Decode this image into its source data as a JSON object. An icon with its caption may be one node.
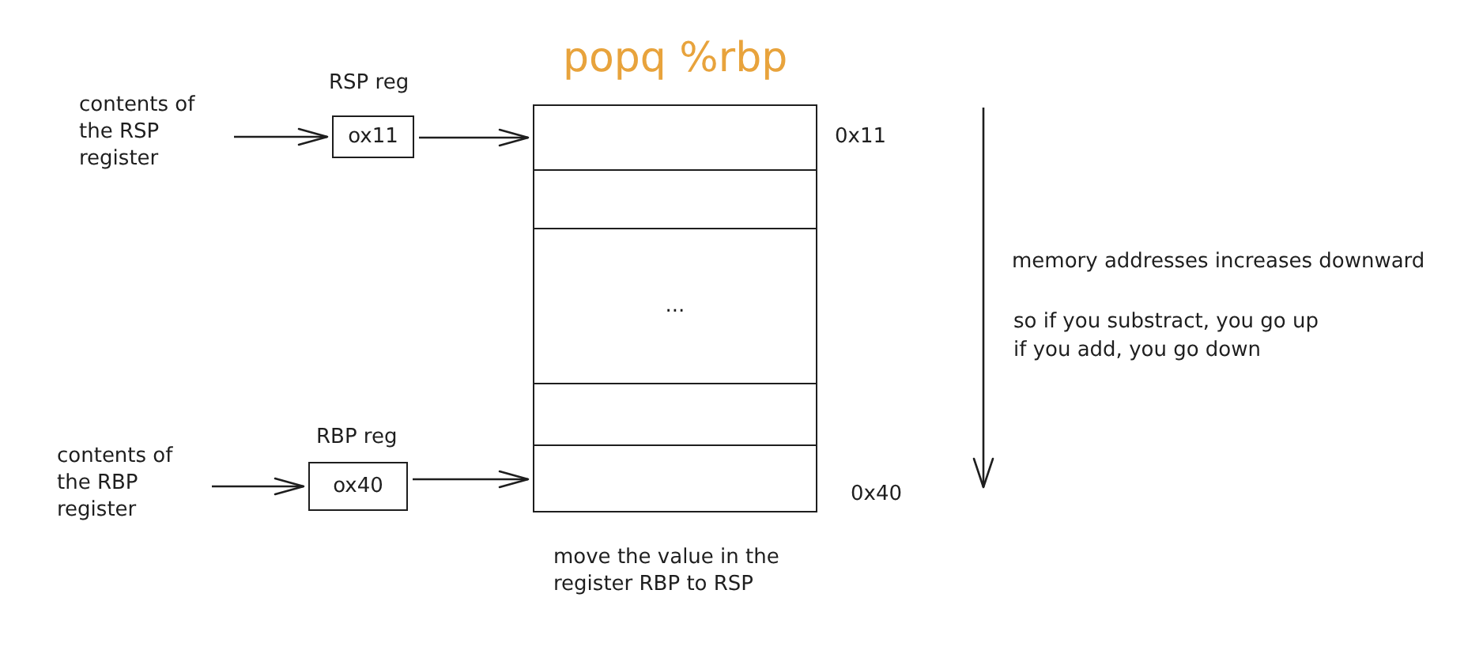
{
  "diagram": {
    "title": "popq %rbp",
    "caption": "move the value in the register RBP to RSP",
    "nodes": [
      {
        "text": [
          "contents of the RSP register"
        ]
      },
      {
        "text": [
          "RSP reg",
          "ox11"
        ]
      },
      {
        "text": [
          "contents of the RBP register"
        ]
      },
      {
        "text": [
          "RBP reg",
          "ox40"
        ]
      },
      {
        "text": [],
        "shape": "box",
        "beside": [
          "0x11"
        ]
      },
      {
        "text": [],
        "shape": "box"
      },
      {
        "text": [
          "..."
        ]
      },
      {
        "text": [],
        "shape": "box"
      },
      {
        "text": [],
        "shape": "box",
        "beside": [
          "0x40"
        ]
      }
    ],
    "edges": [
      {
        "from": 0,
        "to": 1,
        "arrow": "to"
      },
      {
        "from": 1,
        "to": 4,
        "arrow": "to"
      },
      {
        "from": 2,
        "to": 3,
        "arrow": "to"
      },
      {
        "from": 3,
        "to": 8,
        "arrow": "to"
      }
    ],
    "labels": [
      "memory addresses increases downward",
      "so if you substract, you go up",
      "if you add, you go down"
    ]
  }
}
